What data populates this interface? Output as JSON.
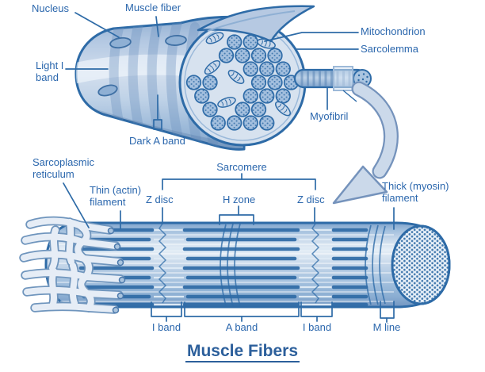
{
  "title": "Muscle Fibers",
  "colors": {
    "background": "#ffffff",
    "label_text": "#2b67ad",
    "title_text": "#2c5f9b",
    "outline": "#2e6ba7",
    "dot": "#2f6ba6",
    "cross_section_bg": "#d7e2ef",
    "arrow_fill": "#cbd9ea",
    "arrow_edge": "#7593bc",
    "reticulum_fill": "#e6edf6",
    "reticulum_edge": "#6f95bd"
  },
  "top": {
    "labels": {
      "nucleus": "Nucleus",
      "muscle_fiber": "Muscle fiber",
      "mitochondrion": "Mitochondrion",
      "sarcolemma": "Sarcolemma",
      "light_i_band": "Light I band",
      "dark_a_band": "Dark A band",
      "myofibril": "Myofibril"
    }
  },
  "bottom": {
    "labels": {
      "sarcoplasmic_reticulum": "Sarcoplasmic reticulum",
      "thin_actin_filament": "Thin (actin) filament",
      "sarcomere": "Sarcomere",
      "z_disc_left": "Z disc",
      "h_zone": "H zone",
      "z_disc_right": "Z disc",
      "thick_myosin_filament": "Thick (myosin) filament",
      "i_band_left": "I band",
      "a_band": "A band",
      "i_band_right": "I band",
      "m_line": "M line"
    }
  }
}
